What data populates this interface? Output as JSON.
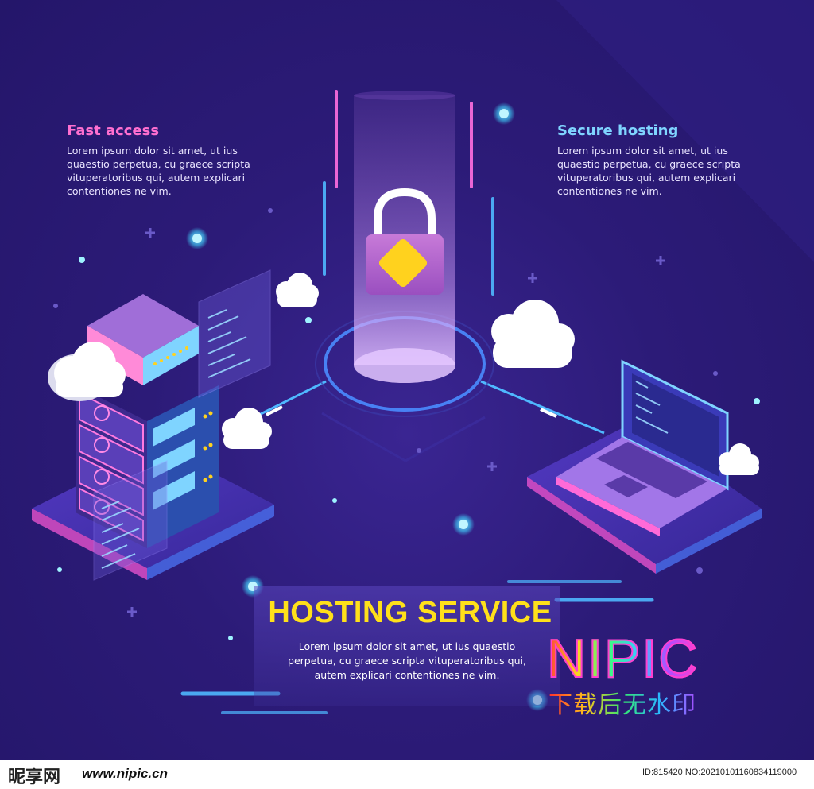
{
  "features": {
    "fast_access": {
      "title": "Fast access",
      "body": "Lorem ipsum dolor sit amet, ut ius quaestio perpetua, cu graece scripta vituperatoribus qui, autem explicari contentiones ne vim."
    },
    "secure_hosting": {
      "title": "Secure hosting",
      "body": "Lorem ipsum dolor sit amet, ut ius quaestio perpetua, cu graece scripta vituperatoribus qui, autem explicari contentiones ne vim."
    }
  },
  "hosting": {
    "title": "HOSTING SERVICE",
    "body": "Lorem ipsum dolor sit amet, ut ius quaestio perpetua, cu graece scripta vituperatoribus qui, autem explicari contentiones ne vim."
  },
  "watermark": {
    "logo": "NIPIC",
    "subtitle": "下载后无水印"
  },
  "footer": {
    "site_logo": "昵享网",
    "site_url": "www.nipic.cn",
    "image_id": "ID:815420 NO:20210101160834119000"
  },
  "icons": [
    "padlock-icon",
    "server-rack-icon",
    "laptop-icon",
    "cloud-icon"
  ],
  "colors": {
    "background": "#2a1a6e",
    "accent_pink": "#ff6fd0",
    "accent_cyan": "#7fd4ff",
    "title_yellow": "#ffe01a",
    "lock_key": "#ffd21e"
  }
}
